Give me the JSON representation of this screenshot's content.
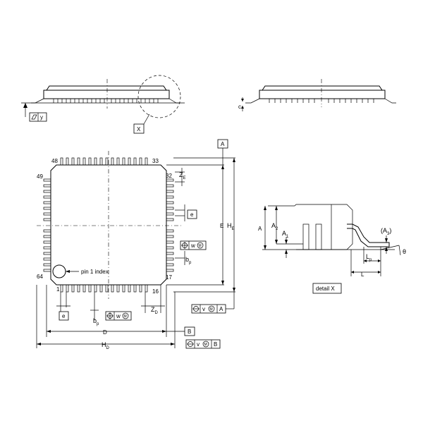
{
  "labels": {
    "y_tol": "y",
    "detail_ref": "X",
    "c": "c",
    "datum_a": "A",
    "datum_b": "B",
    "pin48": "48",
    "pin33": "33",
    "pin49": "49",
    "pin32": "32",
    "pin64": "64",
    "pin17": "17",
    "pin1": "1",
    "pin16": "16",
    "ze_main": "Z",
    "ze_sub": "E",
    "zd_main": "Z",
    "zd_sub": "D",
    "e_side": "e",
    "e_bottom": "e",
    "E": "E",
    "he_main": "H",
    "he_sub": "E",
    "bp_side_main": "b",
    "bp_side_sub": "p",
    "bp_bottom_main": "b",
    "bp_bottom_sub": "p",
    "w": "w",
    "v": "v",
    "w_bottom": "w",
    "D": "D",
    "hd_main": "H",
    "hd_sub": "D",
    "pin1_index": "pin 1 index",
    "A": "A",
    "a2_main": "A",
    "a2_sub": "2",
    "a1_main": "A",
    "a1_sub": "1",
    "a3_main": "(A",
    "a3_sub": "3",
    "a3_close": ")",
    "lp_main": "L",
    "lp_sub": "p",
    "L": "L",
    "theta": "θ",
    "detail_x": "detail X",
    "fcf_v_datum": "A",
    "fcf_d_datum": "B"
  }
}
